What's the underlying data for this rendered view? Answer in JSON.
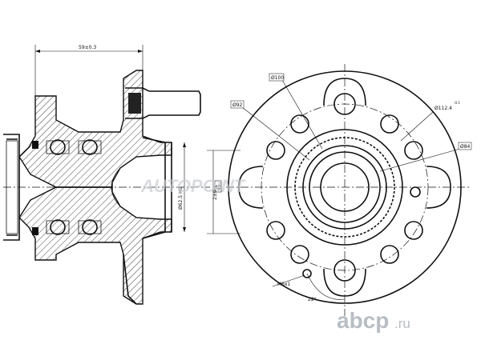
{
  "dimensions": {
    "overall_length": "59±0.3",
    "hub_bore_dia": "Ø62.5 H8",
    "phi100": "Ø100",
    "phi92": "Ø92",
    "phi84": "Ø84",
    "pcd": "Ø112.4",
    "pcd_tol": "-0.1",
    "thread": "M6x1",
    "angle": "22°",
    "height_gap": "2±0.1",
    "height_val": "45"
  },
  "watermark": {
    "text": "AUTOPOINT"
  },
  "logo": {
    "name": "abcp",
    ".ru": ".ru"
  },
  "colors": {
    "line": "#111111",
    "logo": "#b9bec4"
  }
}
